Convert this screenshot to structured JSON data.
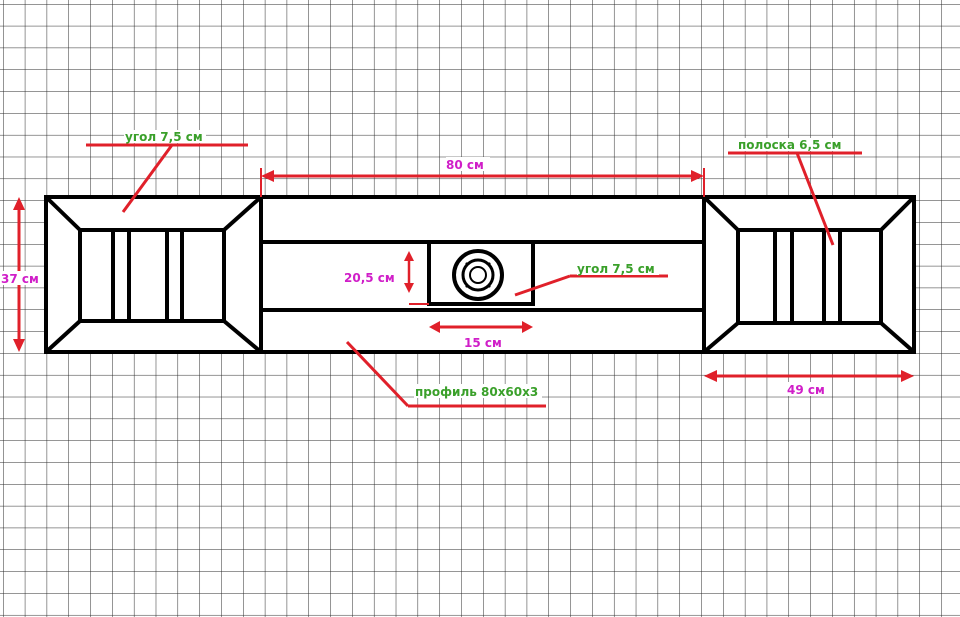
{
  "labels": {
    "angle_left": "угол 7,5 см",
    "strip_right": "полоска 6,5 см",
    "length_center": "80 см",
    "height_left": "37 см",
    "height_box": "20,5 см",
    "angle_center": "угол 7,5 см",
    "width_box": "15 см",
    "profile": "профиль 80х60х3",
    "width_right": "49 см"
  },
  "colors": {
    "grid": "#2a2a2a",
    "structure": "#000000",
    "dimension": "#e0202a",
    "label_magenta": "#d01ec8",
    "label_green": "#3aa02a"
  }
}
